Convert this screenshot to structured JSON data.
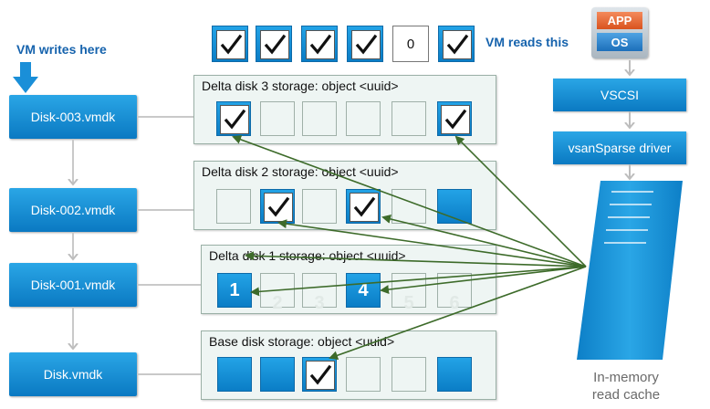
{
  "vm_writes_label": "VM writes here",
  "vm_reads_label": "VM reads this",
  "vm_view_zero": "0",
  "app_label": "APP",
  "os_label": "OS",
  "vscsi_label": "VSCSI",
  "driver_label": "vsanSparse driver",
  "cache_label_line1": "In-memory",
  "cache_label_line2": "read cache",
  "disks": [
    "Disk-003.vmdk",
    "Disk-002.vmdk",
    "Disk-001.vmdk",
    "Disk.vmdk"
  ],
  "storage_titles": [
    "Delta disk 3 storage: object <uuid>",
    "Delta disk 2 storage: object <uuid>",
    "Delta disk 1 storage: object <uuid>",
    "Base disk storage: object <uuid>"
  ],
  "delta1_numbers": [
    "1",
    "2",
    "3",
    "4",
    "5",
    "6"
  ],
  "colors": {
    "accent_blue": "#1a8fd8",
    "label_blue": "#1663ad",
    "arrow_green": "#3d6b2a",
    "panel_bg": "#eef5f3"
  },
  "icons": [
    "checkmark-icon",
    "down-arrow-icon",
    "app-os-icon",
    "cache-icon"
  ]
}
